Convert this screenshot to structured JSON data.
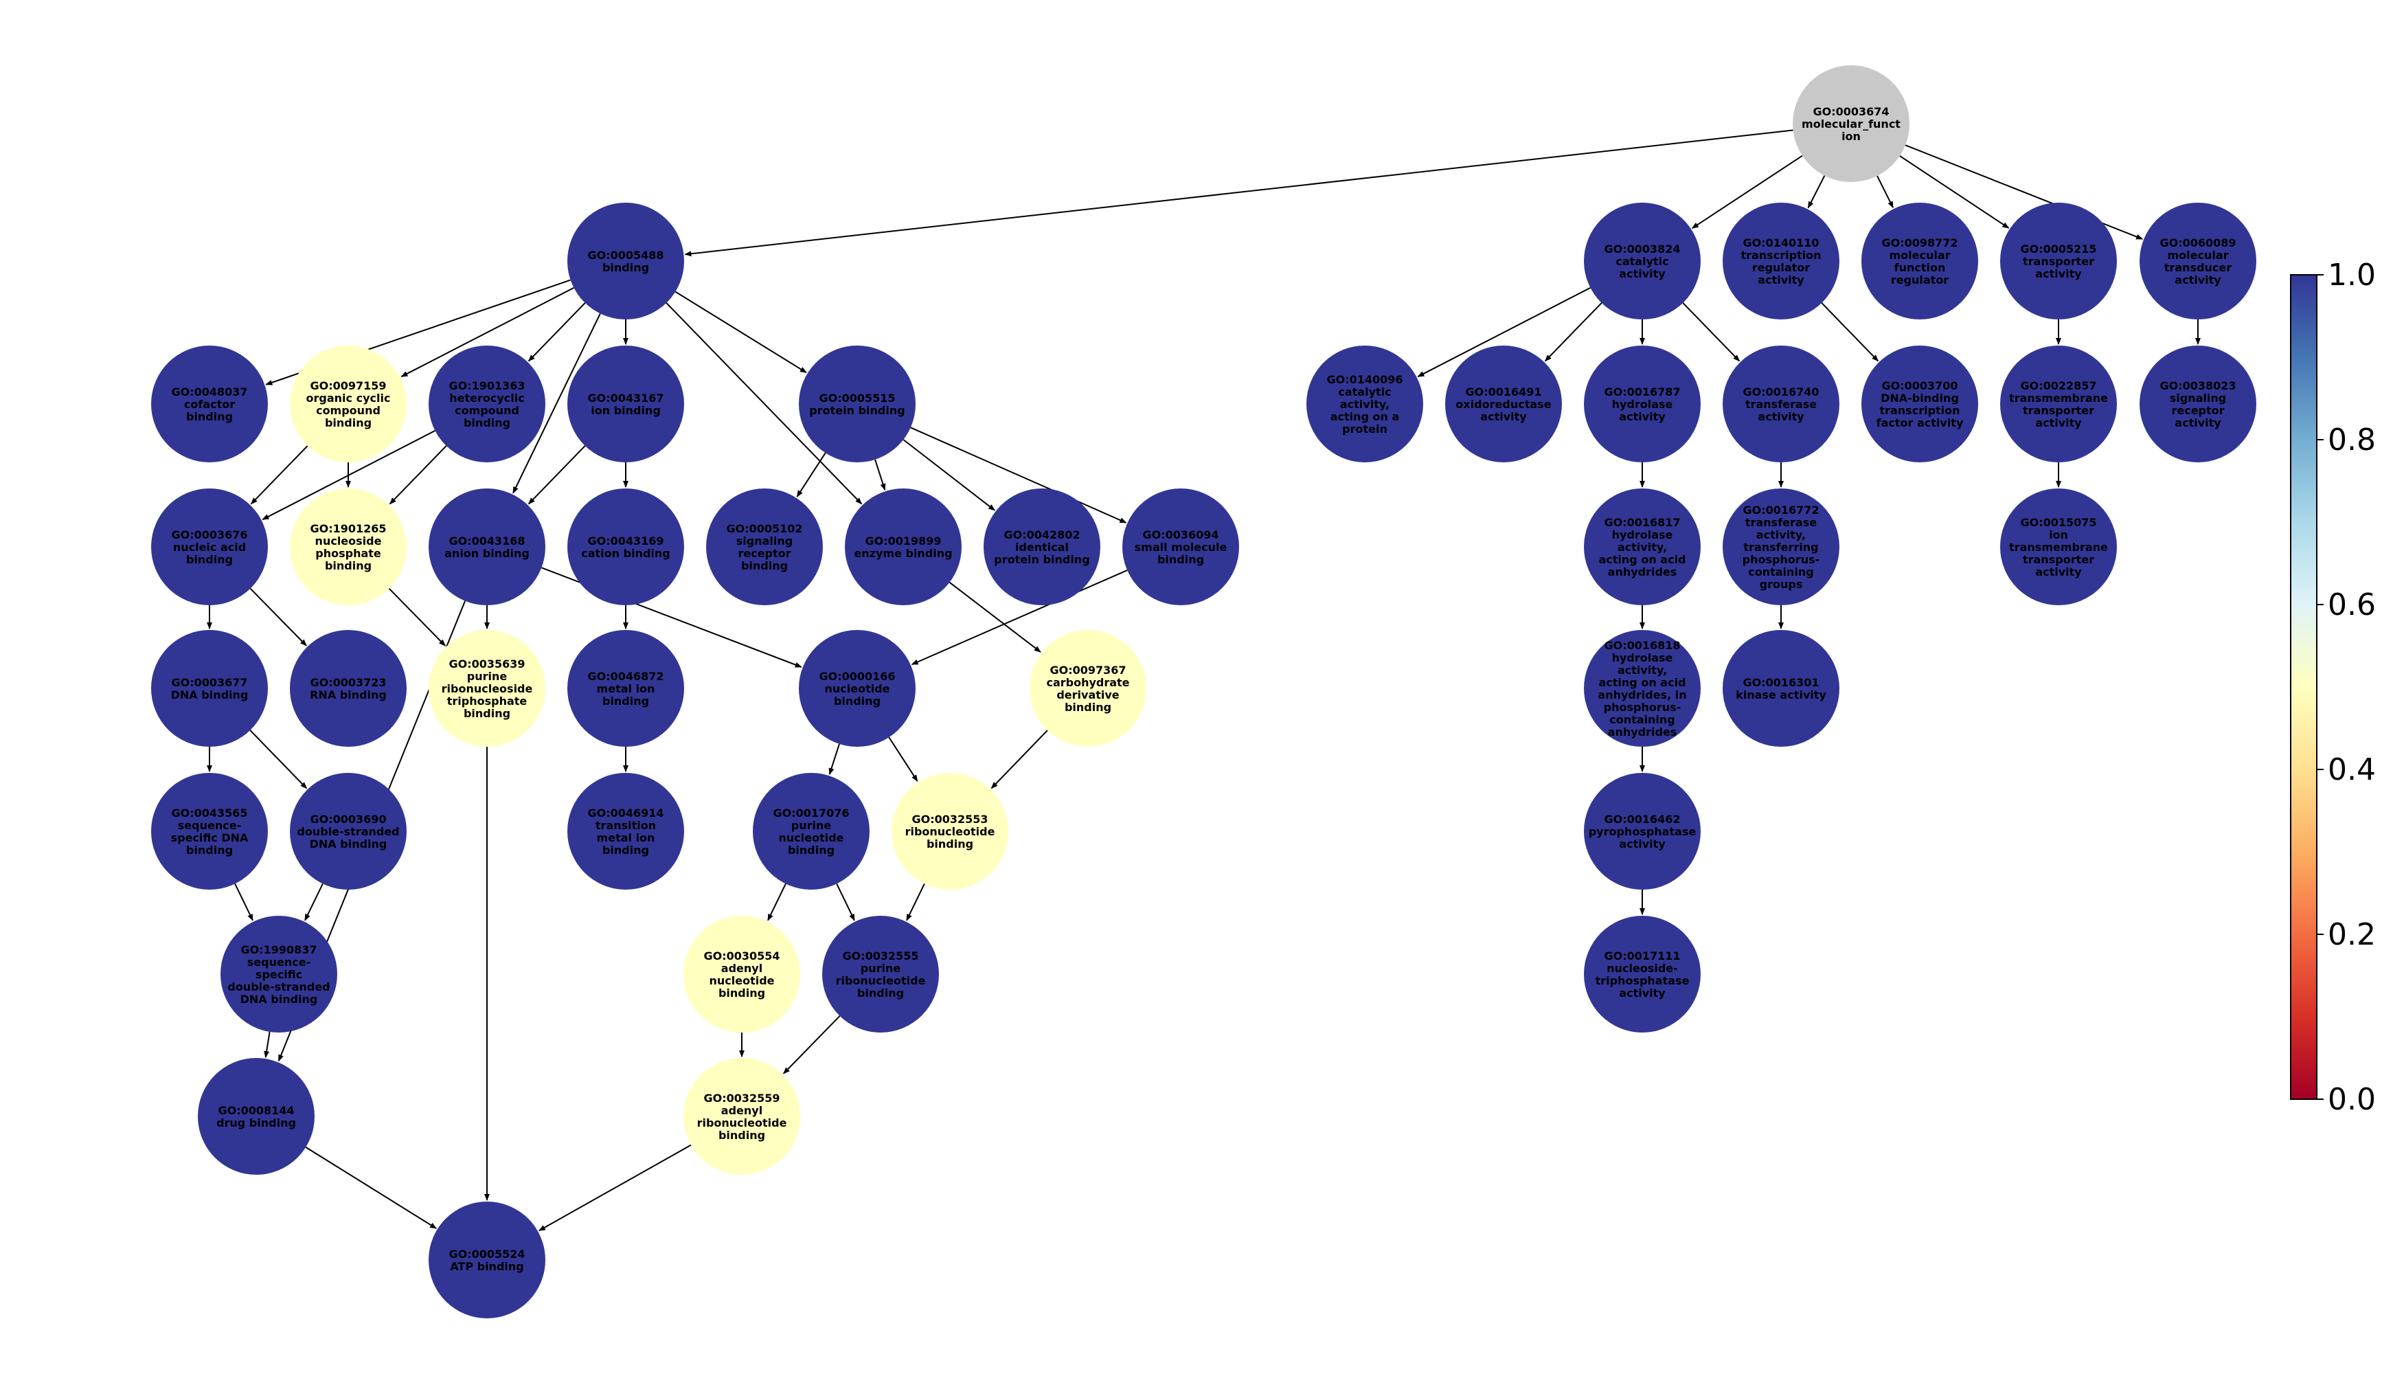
{
  "colors": {
    "node_high": "#313695",
    "node_mid": "#ffffbf",
    "node_root": "#c8c8c8",
    "edge": "#000000",
    "label": "#000000"
  },
  "colorbar": {
    "palette": "RdYlBu",
    "stops": [
      "#a50026",
      "#d73027",
      "#f46d43",
      "#fdae61",
      "#fee090",
      "#ffffbf",
      "#e0f3f8",
      "#abd9e9",
      "#74add1",
      "#4575b4",
      "#313695"
    ],
    "ticks": [
      "0.0",
      "0.2",
      "0.4",
      "0.6",
      "0.8",
      "1.0"
    ]
  },
  "nodes": [
    {
      "id": "GO:0003674",
      "name": [
        "GO:0003674",
        "molecular_funct",
        "ion"
      ],
      "fill": "root"
    },
    {
      "id": "GO:0005488",
      "name": [
        "GO:0005488",
        "binding"
      ],
      "fill": "high"
    },
    {
      "id": "GO:0003824",
      "name": [
        "GO:0003824",
        "catalytic",
        "activity"
      ],
      "fill": "high"
    },
    {
      "id": "GO:0140110",
      "name": [
        "GO:0140110",
        "transcription",
        "regulator",
        "activity"
      ],
      "fill": "high"
    },
    {
      "id": "GO:0098772",
      "name": [
        "GO:0098772",
        "molecular",
        "function",
        "regulator"
      ],
      "fill": "high"
    },
    {
      "id": "GO:0005215",
      "name": [
        "GO:0005215",
        "transporter",
        "activity"
      ],
      "fill": "high"
    },
    {
      "id": "GO:0060089",
      "name": [
        "GO:0060089",
        "molecular",
        "transducer",
        "activity"
      ],
      "fill": "high"
    },
    {
      "id": "GO:0048037",
      "name": [
        "GO:0048037",
        "cofactor",
        "binding"
      ],
      "fill": "high"
    },
    {
      "id": "GO:0097159",
      "name": [
        "GO:0097159",
        "organic cyclic",
        "compound",
        "binding"
      ],
      "fill": "mid"
    },
    {
      "id": "GO:1901363",
      "name": [
        "GO:1901363",
        "heterocyclic",
        "compound",
        "binding"
      ],
      "fill": "high"
    },
    {
      "id": "GO:0043167",
      "name": [
        "GO:0043167",
        "ion binding"
      ],
      "fill": "high"
    },
    {
      "id": "GO:0005515",
      "name": [
        "GO:0005515",
        "protein binding"
      ],
      "fill": "high"
    },
    {
      "id": "GO:0140096",
      "name": [
        "GO:0140096",
        "catalytic",
        "activity,",
        "acting on a",
        "protein"
      ],
      "fill": "high"
    },
    {
      "id": "GO:0016491",
      "name": [
        "GO:0016491",
        "oxidoreductase",
        "activity"
      ],
      "fill": "high"
    },
    {
      "id": "GO:0016787",
      "name": [
        "GO:0016787",
        "hydrolase",
        "activity"
      ],
      "fill": "high"
    },
    {
      "id": "GO:0016740",
      "name": [
        "GO:0016740",
        "transferase",
        "activity"
      ],
      "fill": "high"
    },
    {
      "id": "GO:0003700",
      "name": [
        "GO:0003700",
        "DNA-binding",
        "transcription",
        "factor activity"
      ],
      "fill": "high"
    },
    {
      "id": "GO:0022857",
      "name": [
        "GO:0022857",
        "transmembrane",
        "transporter",
        "activity"
      ],
      "fill": "high"
    },
    {
      "id": "GO:0038023",
      "name": [
        "GO:0038023",
        "signaling",
        "receptor",
        "activity"
      ],
      "fill": "high"
    },
    {
      "id": "GO:0003676",
      "name": [
        "GO:0003676",
        "nucleic acid",
        "binding"
      ],
      "fill": "high"
    },
    {
      "id": "GO:1901265",
      "name": [
        "GO:1901265",
        "nucleoside",
        "phosphate",
        "binding"
      ],
      "fill": "mid"
    },
    {
      "id": "GO:0043168",
      "name": [
        "GO:0043168",
        "anion binding"
      ],
      "fill": "high"
    },
    {
      "id": "GO:0043169",
      "name": [
        "GO:0043169",
        "cation binding"
      ],
      "fill": "high"
    },
    {
      "id": "GO:0005102",
      "name": [
        "GO:0005102",
        "signaling",
        "receptor",
        "binding"
      ],
      "fill": "high"
    },
    {
      "id": "GO:0019899",
      "name": [
        "GO:0019899",
        "enzyme binding"
      ],
      "fill": "high"
    },
    {
      "id": "GO:0042802",
      "name": [
        "GO:0042802",
        "identical",
        "protein binding"
      ],
      "fill": "high"
    },
    {
      "id": "GO:0036094",
      "name": [
        "GO:0036094",
        "small molecule",
        "binding"
      ],
      "fill": "high"
    },
    {
      "id": "GO:0016817",
      "name": [
        "GO:0016817",
        "hydrolase",
        "activity,",
        "acting on acid",
        "anhydrides"
      ],
      "fill": "high"
    },
    {
      "id": "GO:0016772",
      "name": [
        "GO:0016772",
        "transferase",
        "activity,",
        "transferring",
        "phosphorus-",
        "containing",
        "groups"
      ],
      "fill": "high"
    },
    {
      "id": "GO:0015075",
      "name": [
        "GO:0015075",
        "ion",
        "transmembrane",
        "transporter",
        "activity"
      ],
      "fill": "high"
    },
    {
      "id": "GO:0003677",
      "name": [
        "GO:0003677",
        "DNA binding"
      ],
      "fill": "high"
    },
    {
      "id": "GO:0003723",
      "name": [
        "GO:0003723",
        "RNA binding"
      ],
      "fill": "high"
    },
    {
      "id": "GO:0035639",
      "name": [
        "GO:0035639",
        "purine",
        "ribonucleoside",
        "triphosphate",
        "binding"
      ],
      "fill": "mid"
    },
    {
      "id": "GO:0046872",
      "name": [
        "GO:0046872",
        "metal ion",
        "binding"
      ],
      "fill": "high"
    },
    {
      "id": "GO:0000166",
      "name": [
        "GO:0000166",
        "nucleotide",
        "binding"
      ],
      "fill": "high"
    },
    {
      "id": "GO:0097367",
      "name": [
        "GO:0097367",
        "carbohydrate",
        "derivative",
        "binding"
      ],
      "fill": "mid"
    },
    {
      "id": "GO:0016818",
      "name": [
        "GO:0016818",
        "hydrolase",
        "activity,",
        "acting on acid",
        "anhydrides, in",
        "phosphorus-",
        "containing",
        "anhydrides"
      ],
      "fill": "high"
    },
    {
      "id": "GO:0016301",
      "name": [
        "GO:0016301",
        "kinase activity"
      ],
      "fill": "high"
    },
    {
      "id": "GO:0043565",
      "name": [
        "GO:0043565",
        "sequence-",
        "specific DNA",
        "binding"
      ],
      "fill": "high"
    },
    {
      "id": "GO:0003690",
      "name": [
        "GO:0003690",
        "double-stranded",
        "DNA binding"
      ],
      "fill": "high"
    },
    {
      "id": "GO:0046914",
      "name": [
        "GO:0046914",
        "transition",
        "metal ion",
        "binding"
      ],
      "fill": "high"
    },
    {
      "id": "GO:0017076",
      "name": [
        "GO:0017076",
        "purine",
        "nucleotide",
        "binding"
      ],
      "fill": "high"
    },
    {
      "id": "GO:0032553",
      "name": [
        "GO:0032553",
        "ribonucleotide",
        "binding"
      ],
      "fill": "mid"
    },
    {
      "id": "GO:0016462",
      "name": [
        "GO:0016462",
        "pyrophosphatase",
        "activity"
      ],
      "fill": "high"
    },
    {
      "id": "GO:1990837",
      "name": [
        "GO:1990837",
        "sequence-",
        "specific",
        "double-stranded",
        "DNA binding"
      ],
      "fill": "high"
    },
    {
      "id": "GO:0030554",
      "name": [
        "GO:0030554",
        "adenyl",
        "nucleotide",
        "binding"
      ],
      "fill": "mid"
    },
    {
      "id": "GO:0032555",
      "name": [
        "GO:0032555",
        "purine",
        "ribonucleotide",
        "binding"
      ],
      "fill": "high"
    },
    {
      "id": "GO:0017111",
      "name": [
        "GO:0017111",
        "nucleoside-",
        "triphosphatase",
        "activity"
      ],
      "fill": "high"
    },
    {
      "id": "GO:0008144",
      "name": [
        "GO:0008144",
        "drug binding"
      ],
      "fill": "high"
    },
    {
      "id": "GO:0032559",
      "name": [
        "GO:0032559",
        "adenyl",
        "ribonucleotide",
        "binding"
      ],
      "fill": "mid"
    },
    {
      "id": "GO:0005524",
      "name": [
        "GO:0005524",
        "ATP binding"
      ],
      "fill": "high"
    }
  ],
  "edges": [
    [
      "GO:0003674",
      "GO:0005488"
    ],
    [
      "GO:0003674",
      "GO:0003824"
    ],
    [
      "GO:0003674",
      "GO:0140110"
    ],
    [
      "GO:0003674",
      "GO:0098772"
    ],
    [
      "GO:0003674",
      "GO:0005215"
    ],
    [
      "GO:0003674",
      "GO:0060089"
    ],
    [
      "GO:0005488",
      "GO:0048037"
    ],
    [
      "GO:0005488",
      "GO:0097159"
    ],
    [
      "GO:0005488",
      "GO:1901363"
    ],
    [
      "GO:0005488",
      "GO:0043167"
    ],
    [
      "GO:0005488",
      "GO:0005515"
    ],
    [
      "GO:0005488",
      "GO:0043168"
    ],
    [
      "GO:0005488",
      "GO:0019899"
    ],
    [
      "GO:0003824",
      "GO:0140096"
    ],
    [
      "GO:0003824",
      "GO:0016491"
    ],
    [
      "GO:0003824",
      "GO:0016787"
    ],
    [
      "GO:0003824",
      "GO:0016740"
    ],
    [
      "GO:0140110",
      "GO:0003700"
    ],
    [
      "GO:0005215",
      "GO:0022857"
    ],
    [
      "GO:0060089",
      "GO:0038023"
    ],
    [
      "GO:0097159",
      "GO:0003676"
    ],
    [
      "GO:0097159",
      "GO:1901265"
    ],
    [
      "GO:1901363",
      "GO:0003676"
    ],
    [
      "GO:1901363",
      "GO:1901265"
    ],
    [
      "GO:0043167",
      "GO:0043168"
    ],
    [
      "GO:0043167",
      "GO:0043169"
    ],
    [
      "GO:0005515",
      "GO:0005102"
    ],
    [
      "GO:0005515",
      "GO:0019899"
    ],
    [
      "GO:0005515",
      "GO:0042802"
    ],
    [
      "GO:0005515",
      "GO:0036094"
    ],
    [
      "GO:0016787",
      "GO:0016817"
    ],
    [
      "GO:0016740",
      "GO:0016772"
    ],
    [
      "GO:0022857",
      "GO:0015075"
    ],
    [
      "GO:0003676",
      "GO:0003677"
    ],
    [
      "GO:0003676",
      "GO:0003723"
    ],
    [
      "GO:1901265",
      "GO:0035639"
    ],
    [
      "GO:0043168",
      "GO:0035639"
    ],
    [
      "GO:0043168",
      "GO:0000166"
    ],
    [
      "GO:0043168",
      "GO:0008144"
    ],
    [
      "GO:0043169",
      "GO:0046872"
    ],
    [
      "GO:0036094",
      "GO:0000166"
    ],
    [
      "GO:0019899",
      "GO:0097367"
    ],
    [
      "GO:0016817",
      "GO:0016818"
    ],
    [
      "GO:0016772",
      "GO:0016301"
    ],
    [
      "GO:0003677",
      "GO:0043565"
    ],
    [
      "GO:0003677",
      "GO:0003690"
    ],
    [
      "GO:0046872",
      "GO:0046914"
    ],
    [
      "GO:0000166",
      "GO:0017076"
    ],
    [
      "GO:0000166",
      "GO:0032553"
    ],
    [
      "GO:0097367",
      "GO:0032553"
    ],
    [
      "GO:0016818",
      "GO:0016462"
    ],
    [
      "GO:0043565",
      "GO:1990837"
    ],
    [
      "GO:0003690",
      "GO:1990837"
    ],
    [
      "GO:0017076",
      "GO:0030554"
    ],
    [
      "GO:0017076",
      "GO:0032555"
    ],
    [
      "GO:0032553",
      "GO:0032555"
    ],
    [
      "GO:0016462",
      "GO:0017111"
    ],
    [
      "GO:1990837",
      "GO:0008144"
    ],
    [
      "GO:0030554",
      "GO:0032559"
    ],
    [
      "GO:0032555",
      "GO:0032559"
    ],
    [
      "GO:0008144",
      "GO:0005524"
    ],
    [
      "GO:0035639",
      "GO:0005524"
    ],
    [
      "GO:0032559",
      "GO:0005524"
    ]
  ]
}
